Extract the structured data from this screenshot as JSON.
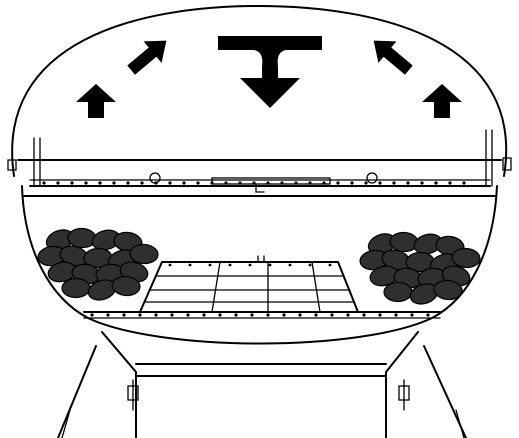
{
  "diagram": {
    "subject": "charcoal-grill-cross-section",
    "airflow": {
      "center_arrow": "down",
      "side_arrows": [
        "up",
        "up-right",
        "up-left",
        "up"
      ]
    },
    "charcoal_piles": [
      "left",
      "right"
    ],
    "colors": {
      "ink": "#000000",
      "charcoal": "#2f2f2f",
      "background": "#ffffff"
    }
  }
}
